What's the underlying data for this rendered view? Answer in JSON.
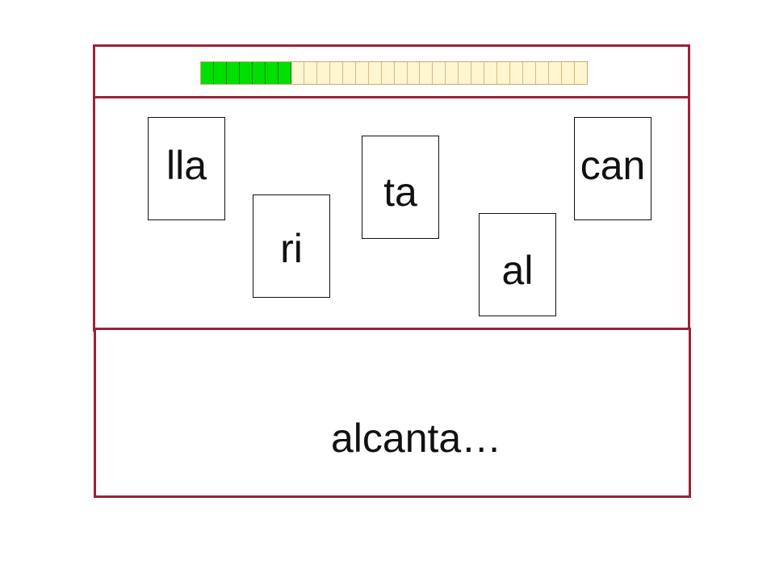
{
  "progress": {
    "total_segments": 30,
    "filled_segments": 7,
    "filled_color": "#00e000",
    "empty_color": "#fdf6cf"
  },
  "cards": [
    {
      "id": "lla",
      "text": "lla"
    },
    {
      "id": "ri",
      "text": "ri"
    },
    {
      "id": "ta",
      "text": "ta"
    },
    {
      "id": "al",
      "text": "al"
    },
    {
      "id": "can",
      "text": "can"
    }
  ],
  "answer": {
    "text": "alcanta…"
  },
  "colors": {
    "frame_border": "#9b2335"
  }
}
